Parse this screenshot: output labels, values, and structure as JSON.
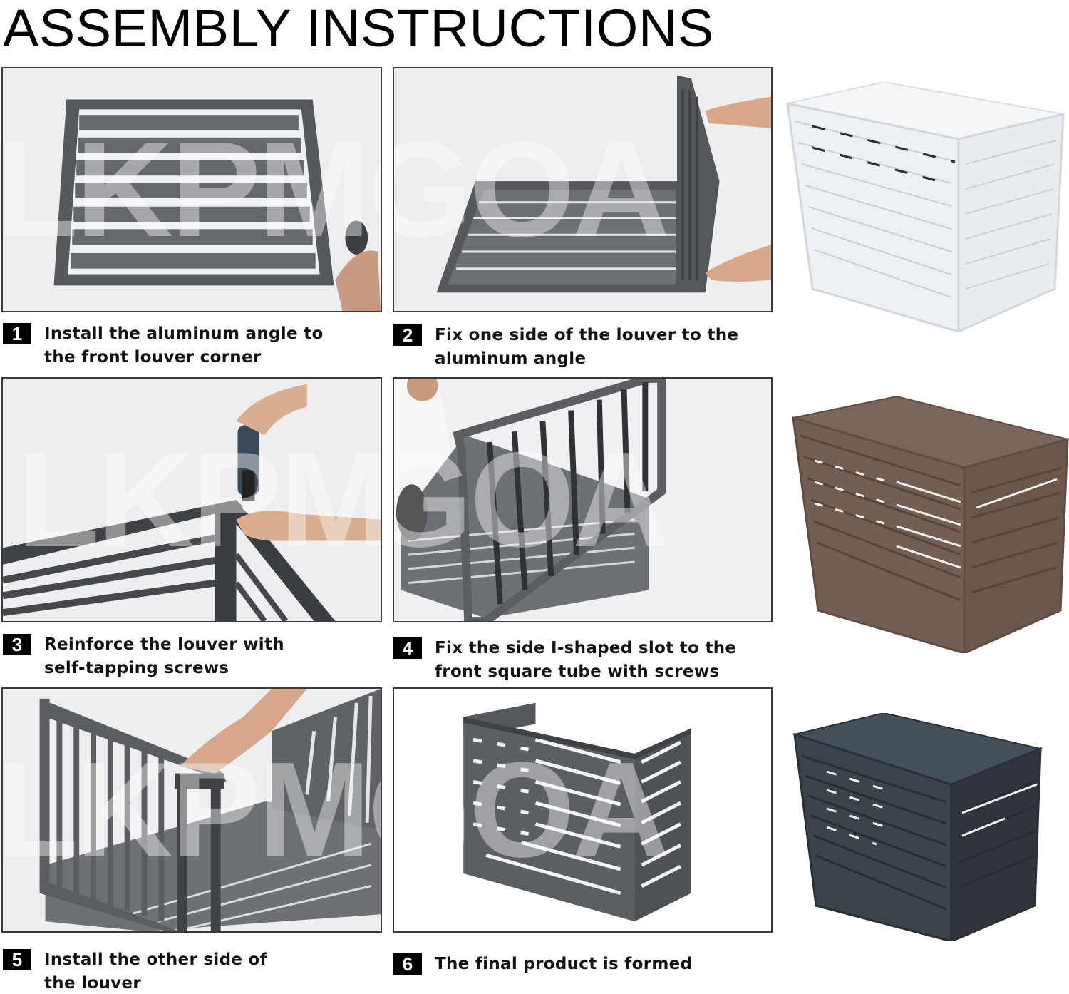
{
  "header": {
    "title": "ASSEMBLY INSTRUCTIONS"
  },
  "watermark": {
    "text": "LKPMGOA"
  },
  "steps": [
    {
      "number": "1",
      "caption": "Install the aluminum angle to\nthe front louver corner",
      "image": "louver-frame-flat-with-drill"
    },
    {
      "number": "2",
      "caption": "Fix one side of the louver to the\naluminum angle",
      "image": "louver-side-raised-by-hands"
    },
    {
      "number": "3",
      "caption": "Reinforce the louver with\nself-tapping screws",
      "image": "drill-screwing-corner"
    },
    {
      "number": "4",
      "caption": "Fix the side I-shaped slot to the\nfront square tube with screws",
      "image": "side-panel-fixed-to-front"
    },
    {
      "number": "5",
      "caption": "Install the other side of\nthe louver",
      "image": "second-side-panel-installed"
    },
    {
      "number": "6",
      "caption": "The final product is formed",
      "image": "assembled-louver-frame"
    }
  ],
  "products": [
    {
      "name": "white-variant",
      "color": "#f4f6f8",
      "shade": "#d9dee4",
      "slot": "#2b2b2b"
    },
    {
      "name": "brown-variant",
      "color": "#7a6558",
      "shade": "#5f4d42",
      "slot": "#f2f2f2"
    },
    {
      "name": "dark-gray-variant",
      "color": "#3b434b",
      "shade": "#2a3036",
      "slot": "#f2f2f2"
    }
  ],
  "colors": {
    "frame": "#55585d",
    "frame_dark": "#3f4246",
    "background": "#eeeef0",
    "badge": "#000000"
  }
}
